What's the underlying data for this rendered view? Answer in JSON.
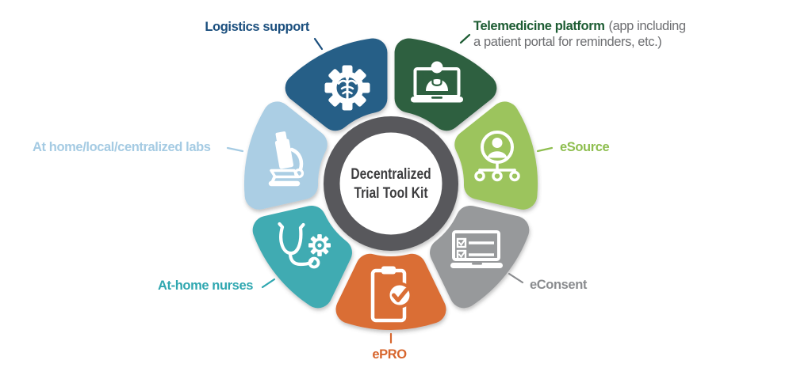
{
  "center": {
    "line1": "Decentralized",
    "line2": "Trial Tool Kit",
    "text_color": "#3d3d3f",
    "ring_color": "#58595b"
  },
  "petals": [
    {
      "id": "logistics",
      "label": "Logistics support",
      "color": "#265e87",
      "label_color": "#1b4f7e",
      "icon": "gear-caduceus-icon"
    },
    {
      "id": "telemedicine",
      "label": "Telemedicine platform",
      "sub_line1": "(app including",
      "sub_line2": "a patient portal for reminders, etc.)",
      "sub_color": "#6d6e71",
      "color": "#2d6040",
      "label_color": "#1d5c33",
      "icon": "laptop-doctor-icon"
    },
    {
      "id": "esource",
      "label": "eSource",
      "color": "#9cc45d",
      "label_color": "#8ebe4f",
      "icon": "person-orgchart-icon"
    },
    {
      "id": "econsent",
      "label": "eConsent",
      "color": "#97999b",
      "label_color": "#8a8c8f",
      "icon": "laptop-checklist-icon"
    },
    {
      "id": "epro",
      "label": "ePRO",
      "color": "#da6e35",
      "label_color": "#d7662e",
      "icon": "clipboard-check-icon"
    },
    {
      "id": "nurses",
      "label": "At-home nurses",
      "color": "#3fabb2",
      "label_color": "#2fa7b0",
      "icon": "stethoscope-gear-icon"
    },
    {
      "id": "labs",
      "label": "At home/local/centralized labs",
      "color": "#abcee4",
      "label_color": "#a5cbe3",
      "icon": "microscope-icon"
    }
  ]
}
